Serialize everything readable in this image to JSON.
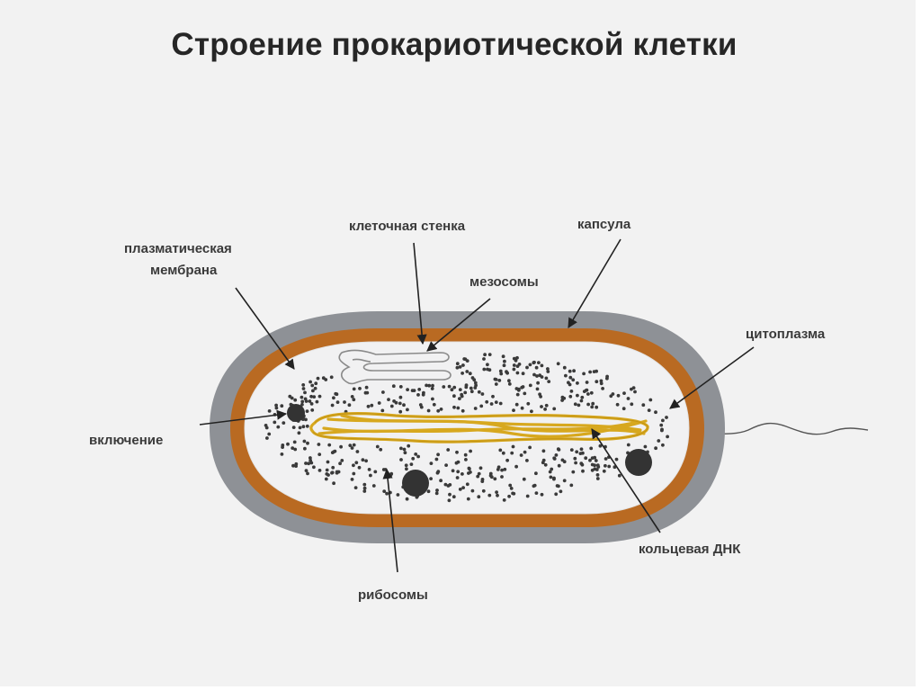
{
  "title": "Строение прокариотической клетки",
  "labels": {
    "cell_wall": "клеточная стенка",
    "capsule": "капсула",
    "plasma_membrane_1": "плазматическая",
    "plasma_membrane_2": "мембрана",
    "mesosomes": "мезосомы",
    "cytoplasm": "цитоплазма",
    "inclusion": "включение",
    "ring_dna": "кольцевая ДНК",
    "ribosomes": "рибосомы"
  },
  "colors": {
    "capsule": "#8e9196",
    "cell_wall": "#b96a22",
    "cytoplasm": "#f1f1f2",
    "dna": "#d7a81f",
    "ribosome": "#3a3a3a",
    "inclusion": "#333333",
    "background": "#f2f2f2"
  }
}
